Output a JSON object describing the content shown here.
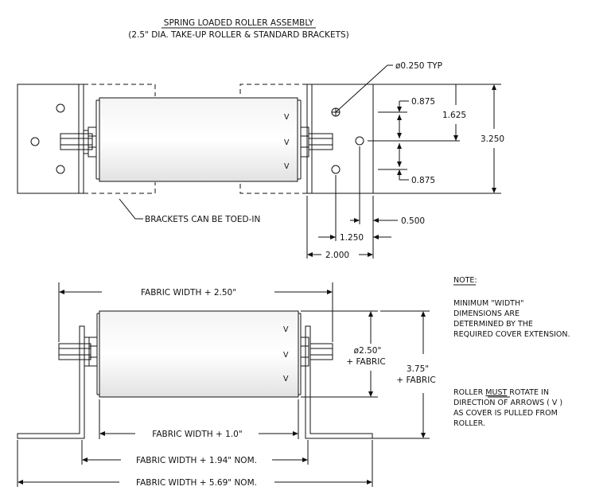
{
  "title": {
    "line1": "SPRING LOADED ROLLER ASSEMBLY",
    "line2": "(2.5\" DIA. TAKE-UP ROLLER & STANDARD BRACKETS)"
  },
  "top_view": {
    "hole_callout": "ø0.250 TYP",
    "dim_0875_top": "0.875",
    "dim_1625": "1.625",
    "dim_3250": "3.250",
    "dim_0875_bottom": "0.875",
    "bracket_note": "BRACKETS CAN BE TOED-IN",
    "dim_0500": "0.500",
    "dim_1250": "1.250",
    "dim_2000": "2.000",
    "arrow_mark": "V"
  },
  "bottom_view": {
    "dim_fabric_250": "FABRIC WIDTH + 2.50\"",
    "dim_diameter_line1": "ø2.50\"",
    "dim_diameter_line2": "+ FABRIC",
    "dim_height_line1": "3.75\"",
    "dim_height_line2": "+ FABRIC",
    "dim_fabric_10": "FABRIC WIDTH + 1.0\"",
    "dim_fabric_194": "FABRIC WIDTH + 1.94\" NOM.",
    "dim_fabric_569": "FABRIC WIDTH + 5.69\" NOM.",
    "arrow_mark": "V"
  },
  "notes": {
    "heading": "NOTE:",
    "note1": [
      "MINIMUM \"WIDTH\"",
      "DIMENSIONS ARE",
      "DETERMINED BY THE",
      "REQUIRED COVER EXTENSION."
    ],
    "note2_line1_a": "ROLLER ",
    "note2_line1_b": "MUST",
    "note2_line1_c": " ROTATE IN",
    "note2_rest": [
      "DIRECTION OF ARROWS ( V )",
      "AS COVER IS PULLED FROM",
      "ROLLER."
    ]
  }
}
